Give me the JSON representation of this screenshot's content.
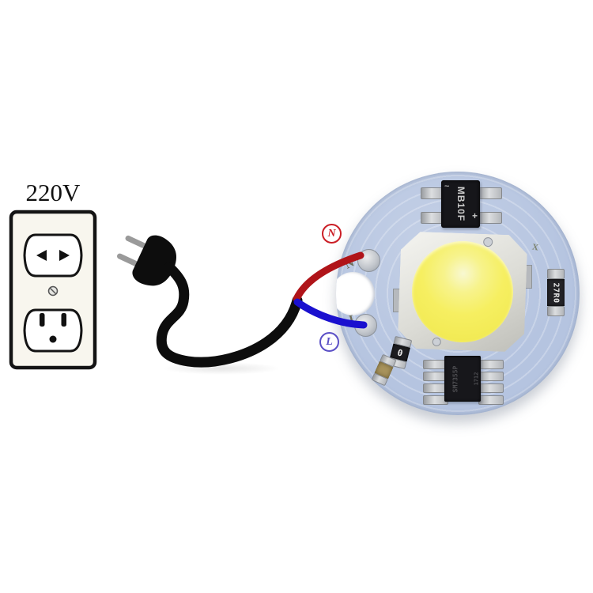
{
  "labels": {
    "voltage": "220V",
    "neutral_badge": "N",
    "live_badge": "L"
  },
  "colors": {
    "neutral_wire": "#b01419",
    "live_wire": "#1a10cf",
    "cable": "#0d0d0d",
    "neutral_badge": "#cb1e26",
    "live_badge": "#5b50c6",
    "pcb": "#b5c4e0",
    "outlet_plate": "#f8f6ee",
    "led_phosphor": "#f6ef61"
  },
  "module": {
    "silkscreen_n": "N",
    "silkscreen_l": "L",
    "silkscreen_x": "X",
    "bridge_marking": "MB10F",
    "bridge_plus": "+",
    "bridge_tilde": "~",
    "resistor_marking": "27R0",
    "diode_marking": "0",
    "ic_marking_line1": "SM7355P",
    "ic_marking_line2": "1712"
  }
}
